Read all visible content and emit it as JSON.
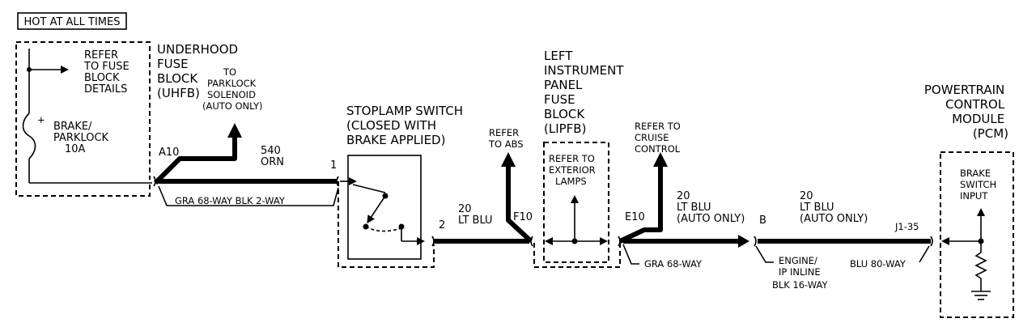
{
  "hot_label": "HOT AT ALL TIMES",
  "fuse_block": {
    "refer": [
      "REFER",
      "TO FUSE",
      "BLOCK",
      "DETAILS"
    ],
    "fuse_name": [
      "BRAKE/",
      "PARKLOCK",
      "10A"
    ],
    "uhfb_title": [
      "UNDERHOOD",
      "FUSE",
      "BLOCK",
      "(UHFB)"
    ],
    "pin": "A10"
  },
  "parklock": [
    "TO",
    "PARKLOCK",
    "SOLENOID",
    "(AUTO ONLY)"
  ],
  "wire_540": [
    "540",
    "ORN"
  ],
  "connector_gra68_blk2": "GRA 68-WAY  BLK 2-WAY",
  "stoplamp": {
    "title": [
      "STOPLAMP SWITCH",
      "(CLOSED WITH",
      "BRAKE APPLIED)"
    ],
    "pin_in": "1",
    "pin_out": "2"
  },
  "wire_20_lt_blu_a": [
    "20",
    "LT BLU"
  ],
  "refer_abs": [
    "REFER",
    "TO ABS"
  ],
  "lipfb": {
    "title": [
      "LEFT",
      "INSTRUMENT",
      "PANEL",
      "FUSE",
      "BLOCK",
      "(LIPFB)"
    ],
    "refer": [
      "REFER TO",
      "EXTERIOR",
      "LAMPS"
    ],
    "pin_in": "F10",
    "pin_out": "E10"
  },
  "refer_cruise": [
    "REFER TO",
    "CRUISE",
    "CONTROL"
  ],
  "wire_20_lt_blu_b": [
    "20",
    "LT BLU",
    "(AUTO ONLY)"
  ],
  "connector_gra68": "GRA 68-WAY",
  "inline": {
    "pin": "B",
    "label": [
      "ENGINE/",
      "IP INLINE",
      "BLK 16-WAY"
    ],
    "blu80": "BLU 80-WAY"
  },
  "wire_20_lt_blu_c": [
    "20",
    "LT BLU",
    "(AUTO ONLY)"
  ],
  "pcm": {
    "title": [
      "POWERTRAIN",
      "CONTROL",
      "MODULE",
      "(PCM)"
    ],
    "pin": "J1-35",
    "input": [
      "BRAKE",
      "SWITCH",
      "INPUT"
    ]
  }
}
